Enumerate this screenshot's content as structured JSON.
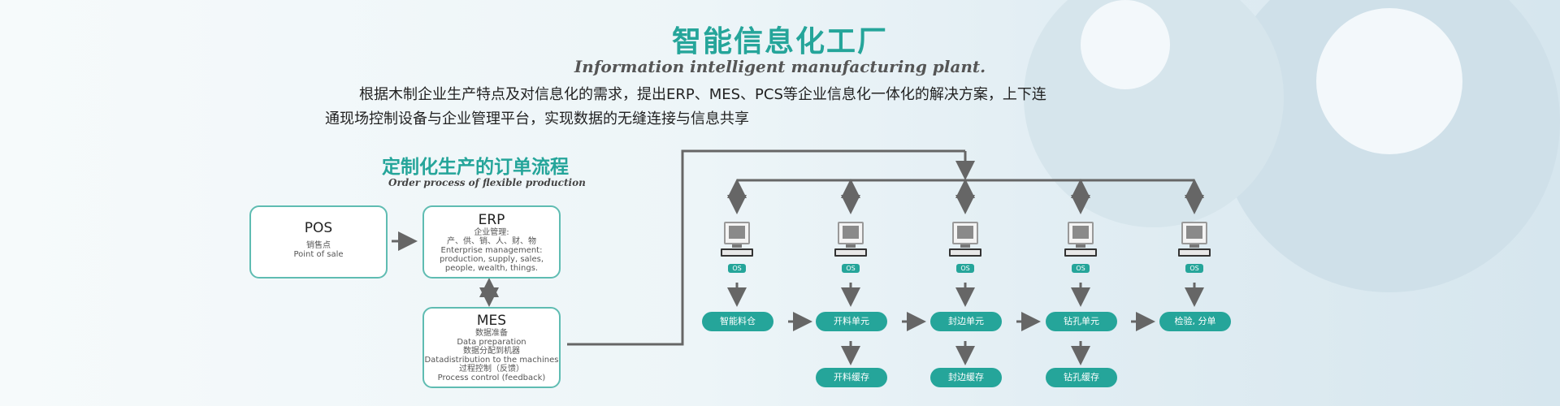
{
  "header": {
    "title": "智能信息化工厂",
    "subtitle": "Information intelligent manufacturing plant.",
    "description": "根据木制企业生产特点及对信息化的需求，提出ERP、MES、PCS等企业信息化一体化的解决方案，上下连通现场控制设备与企业管理平台，实现数据的无缝连接与信息共享"
  },
  "section": {
    "title": "定制化生产的订单流程",
    "subtitle": "Order process of flexible production"
  },
  "pos": {
    "title": "POS",
    "lines": [
      "销售点",
      "Point of sale"
    ]
  },
  "erp": {
    "title": "ERP",
    "lines": [
      "企业管理:",
      "产、供、销、人、财、物",
      "Enterprise management:",
      "production, supply, sales,",
      "people, wealth, things."
    ]
  },
  "mes": {
    "title": "MES",
    "lines": [
      "数据准备",
      "Data preparation",
      "数据分配到机器",
      "Datadistribution to the machines",
      "过程控制（反馈）",
      "Process control (feedback)"
    ]
  },
  "os_label": "OS",
  "stations": [
    {
      "label": "智能料仓",
      "buffer": ""
    },
    {
      "label": "开料单元",
      "buffer": "开料缓存"
    },
    {
      "label": "封边单元",
      "buffer": "封边缓存"
    },
    {
      "label": "钻孔单元",
      "buffer": "钻孔缓存"
    },
    {
      "label": "检验, 分单",
      "buffer": ""
    }
  ],
  "colors": {
    "accent": "#25a59a",
    "box_border": "#5fbcb2",
    "line": "#666666"
  }
}
